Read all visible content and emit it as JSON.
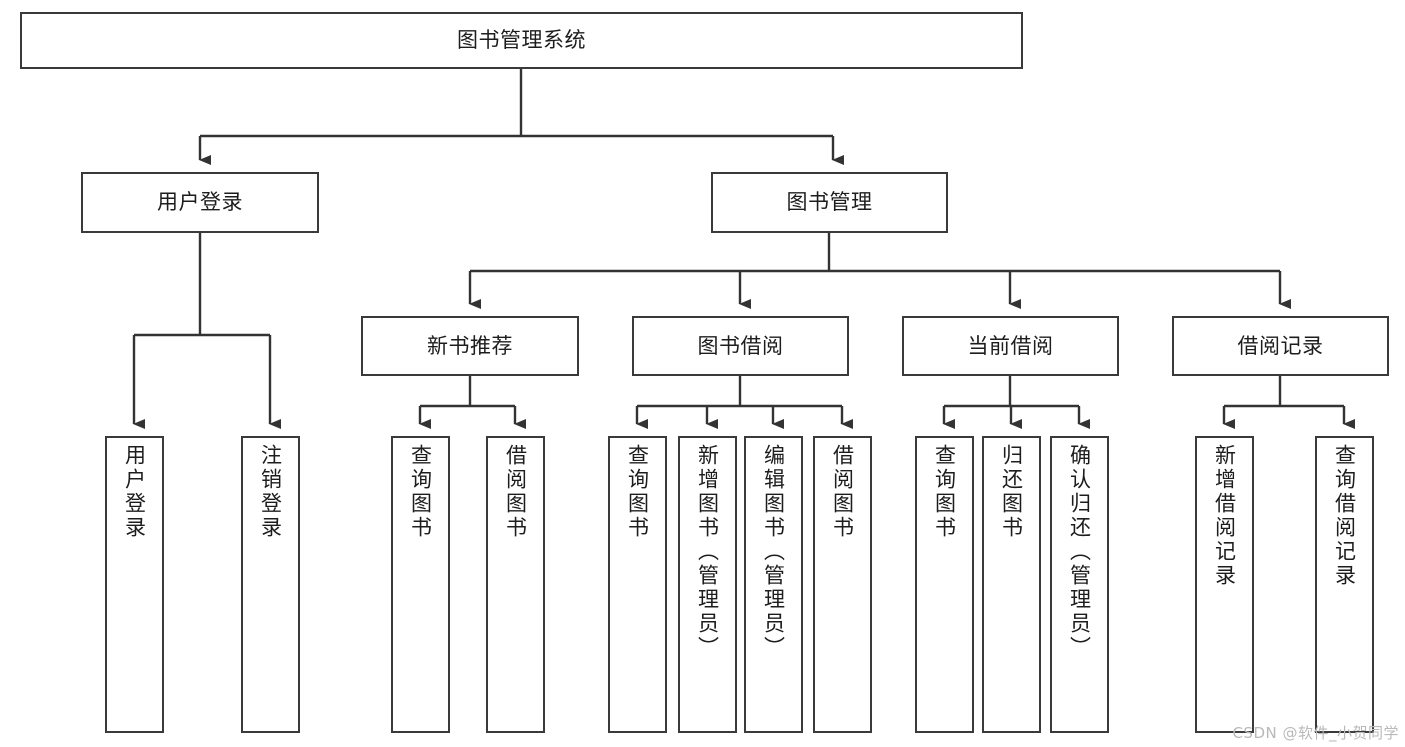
{
  "diagram": {
    "title": "图书管理系统",
    "type": "tree",
    "root": {
      "label": "图书管理系统"
    },
    "level1": [
      {
        "label": "用户登录"
      },
      {
        "label": "图书管理"
      }
    ],
    "level2": [
      {
        "label": "新书推荐"
      },
      {
        "label": "图书借阅"
      },
      {
        "label": "当前借阅"
      },
      {
        "label": "借阅记录"
      }
    ],
    "leaves": {
      "user_login": [
        {
          "label": "用户登录"
        },
        {
          "label": "注销登录"
        }
      ],
      "new_book_recommend": [
        {
          "label": "查询图书"
        },
        {
          "label": "借阅图书"
        }
      ],
      "book_borrow": [
        {
          "label": "查询图书"
        },
        {
          "label": "新增图书（管理员）"
        },
        {
          "label": "编辑图书（管理员）"
        },
        {
          "label": "借阅图书"
        }
      ],
      "current_borrow": [
        {
          "label": "查询图书"
        },
        {
          "label": "归还图书"
        },
        {
          "label": "确认归还（管理员）"
        }
      ],
      "borrow_record": [
        {
          "label": "新增借阅记录"
        },
        {
          "label": "查询借阅记录"
        }
      ]
    },
    "watermark": "CSDN @软件_小贺同学",
    "colors": {
      "background": "#ffffff",
      "box_border": "#3a3a3a",
      "box_fill": "#ffffff",
      "connector": "#333333",
      "text": "#1d1d1d",
      "watermark": "#b9b9b9"
    }
  }
}
